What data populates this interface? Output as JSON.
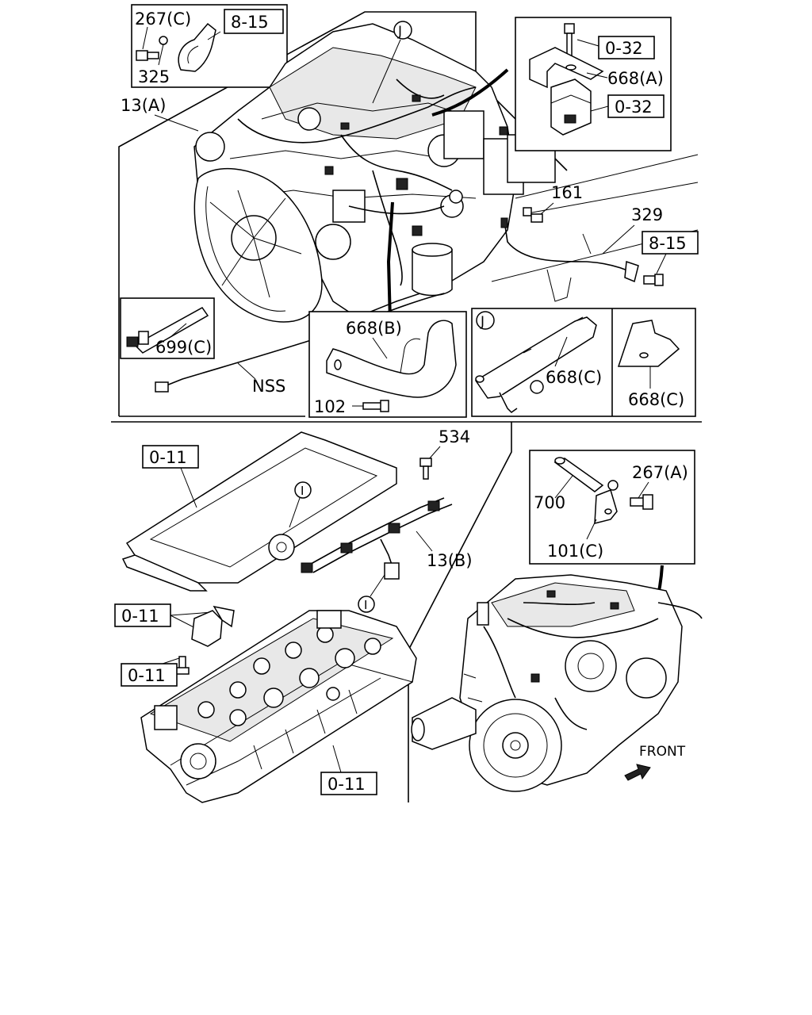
{
  "labels": {
    "p267c": "267(C)",
    "ref815a": "8-15",
    "p325": "325",
    "p13a": "13(A)",
    "callJ": "J",
    "ref032a": "0-32",
    "p668a": "668(A)",
    "ref032b": "0-32",
    "p161": "161",
    "p329": "329",
    "ref815b": "8-15",
    "p699c": "699(C)",
    "nss": "NSS",
    "p668b": "668(B)",
    "p102": "102",
    "callJ2": "J",
    "p668c1": "668(C)",
    "p668c2": "668(C)",
    "ref011a": "0-11",
    "p534": "534",
    "callI1": "I",
    "p13b": "13(B)",
    "callI2": "I",
    "ref011b": "0-11",
    "ref011c": "0-11",
    "ref011d": "0-11",
    "p700": "700",
    "p267a": "267(A)",
    "p101c": "101(C)",
    "front": "FRONT"
  }
}
